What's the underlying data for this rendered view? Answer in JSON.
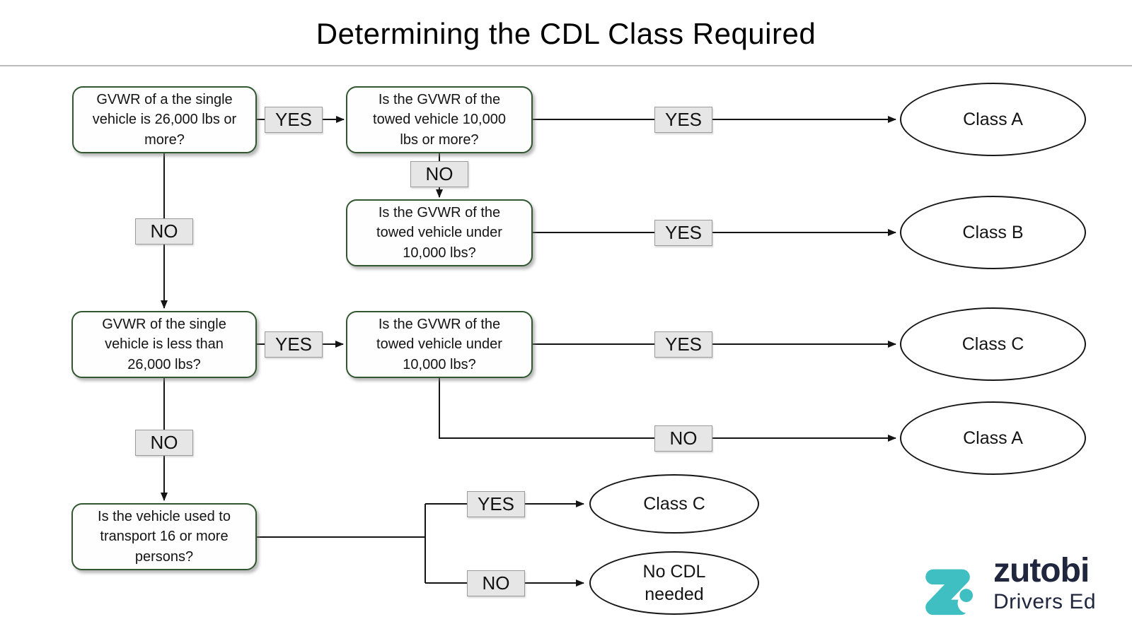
{
  "title": "Determining the CDL Class Required",
  "edge_labels": {
    "yes": "YES",
    "no": "NO"
  },
  "questions": {
    "q1": "GVWR of a the single\nvehicle is 26,000 lbs or\nmore?",
    "q2": "Is the GVWR of the\ntowed vehicle 10,000\nlbs or more?",
    "q3": "Is the GVWR of the\ntowed vehicle under\n10,000 lbs?",
    "q4": "GVWR of the single\nvehicle is less than\n26,000 lbs?",
    "q5": "Is the GVWR of the\ntowed vehicle under\n10,000 lbs?",
    "q6": "Is the vehicle used to\ntransport 16 or more\npersons?"
  },
  "outcomes": {
    "o1": "Class A",
    "o2": "Class B",
    "o3": "Class C",
    "o4": "Class A",
    "o5": "Class C",
    "o6": "No CDL\nneeded"
  },
  "logo": {
    "brand": "zutobi",
    "tagline": "Drivers Ed"
  },
  "colors": {
    "box_border_green": "#30572f",
    "label_gray": "#e6e6e6",
    "line_black": "#141414",
    "brand_teal": "#3fbfc2",
    "brand_navy": "#20263e"
  }
}
